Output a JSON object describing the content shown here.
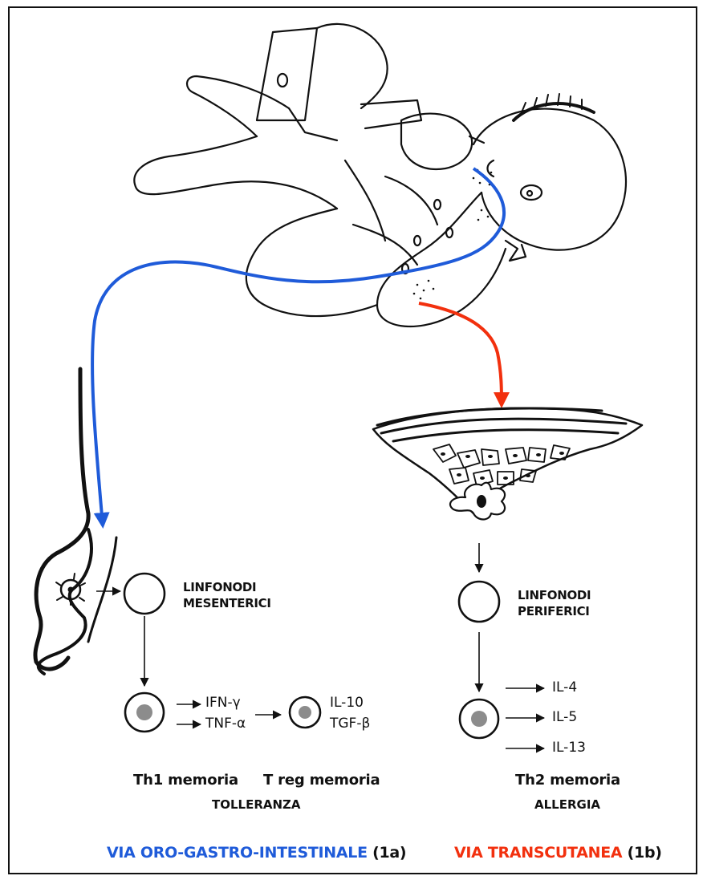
{
  "colors": {
    "oral": "#1f5bd9",
    "skin": "#f2300e",
    "ink": "#111111",
    "nucleus": "#8c8c8c"
  },
  "left": {
    "node_line1": "LINFONODI",
    "node_line2": "MESENTERICI",
    "th1_cytokines": [
      "IFN-γ",
      "TNF-α"
    ],
    "treg_cytokines": [
      "IL-10",
      "TGF-β"
    ],
    "th1_label": "Th1 memoria",
    "treg_label": "T reg memoria",
    "outcome": "TOLLERANZA"
  },
  "right": {
    "node_line1": "LINFONODI",
    "node_line2": "PERIFERICI",
    "th2_cytokines": [
      "IL-4",
      "IL-5",
      "IL-13"
    ],
    "th2_label": "Th2 memoria",
    "outcome": "ALLERGIA"
  },
  "routes": {
    "oral_name": "VIA ORO-GASTRO-INTESTINALE",
    "oral_code": "(1a)",
    "skin_name": "VIA TRANSCUTANEA",
    "skin_code": "(1b)"
  },
  "icons": [
    "infant-illustration",
    "intestine-illustration",
    "skin-tissue-illustration",
    "lymph-node-icon",
    "t-cell-icon"
  ]
}
